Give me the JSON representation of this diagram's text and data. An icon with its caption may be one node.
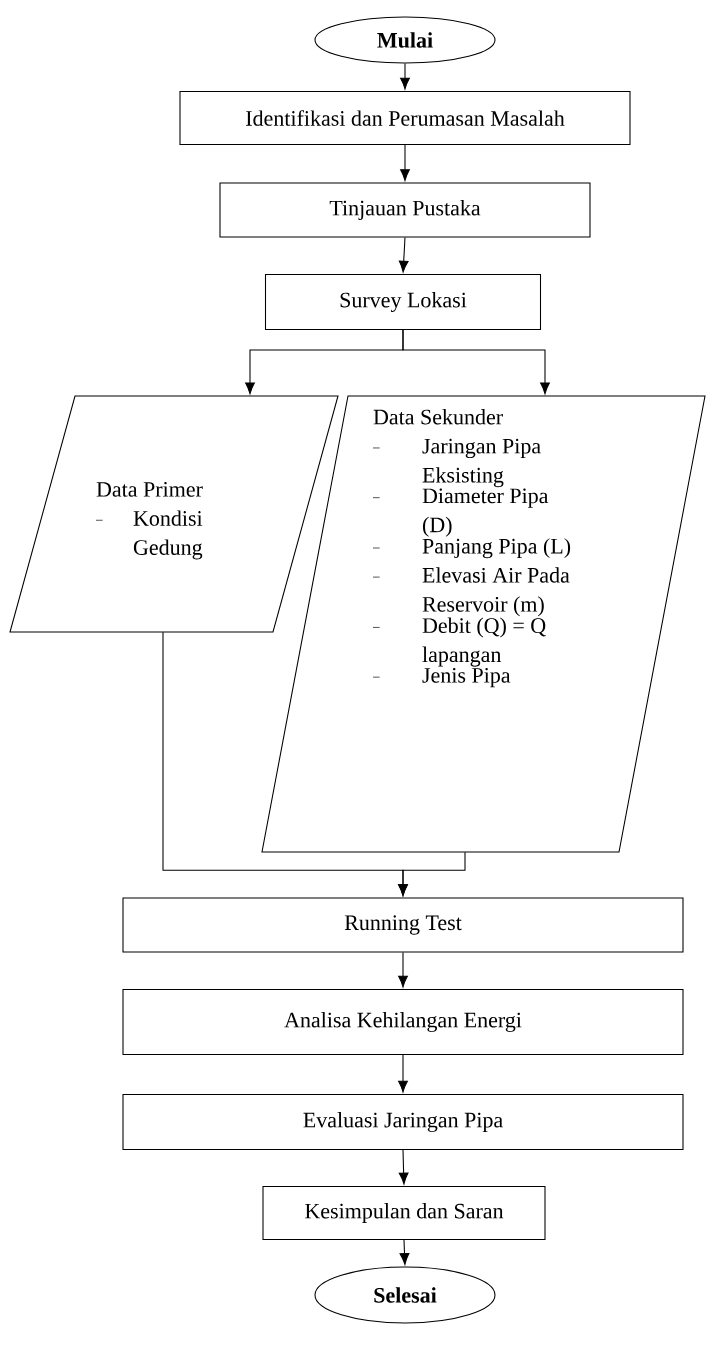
{
  "diagram": {
    "nodes": [
      {
        "text": [
          "Mulai"
        ]
      },
      {
        "text": [
          "Identifikasi dan Perumasan Masalah"
        ]
      },
      {
        "text": [
          "Tinjauan Pustaka"
        ]
      },
      {
        "text": [
          "Survey Lokasi"
        ]
      },
      {
        "text": [
          "Data Primer",
          "Kondisi Gedung"
        ]
      },
      {
        "text": [
          "Data Sekunder",
          "Jaringan Pipa Eksisting",
          "Diameter Pipa (D)",
          "Panjang Pipa (L)",
          "Elevasi Air Pada Reservoir (m)",
          "Debit (Q) = Q lapangan",
          "Jenis Pipa"
        ]
      },
      {
        "text": [
          "Running Test"
        ]
      },
      {
        "text": [
          "Analisa Kehilangan Energi"
        ]
      },
      {
        "text": [
          "Evaluasi Jaringan Pipa"
        ]
      },
      {
        "text": [
          "Kesimpulan dan Saran"
        ]
      },
      {
        "text": [
          "Selesai"
        ]
      }
    ],
    "edges": [
      {
        "from": 0,
        "to": 1,
        "arrow": "to"
      },
      {
        "from": 1,
        "to": 2,
        "arrow": "to"
      },
      {
        "from": 2,
        "to": 3,
        "arrow": "to"
      },
      {
        "from": 3,
        "to": 4,
        "arrow": "to"
      },
      {
        "from": 3,
        "to": 5,
        "arrow": "to"
      },
      {
        "from": 4,
        "to": 6,
        "arrow": "to"
      },
      {
        "from": 5,
        "to": 6,
        "arrow": "to"
      },
      {
        "from": 6,
        "to": 7,
        "arrow": "to"
      },
      {
        "from": 7,
        "to": 8,
        "arrow": "to"
      },
      {
        "from": 8,
        "to": 9,
        "arrow": "to"
      },
      {
        "from": 9,
        "to": 10,
        "arrow": "to"
      }
    ]
  }
}
